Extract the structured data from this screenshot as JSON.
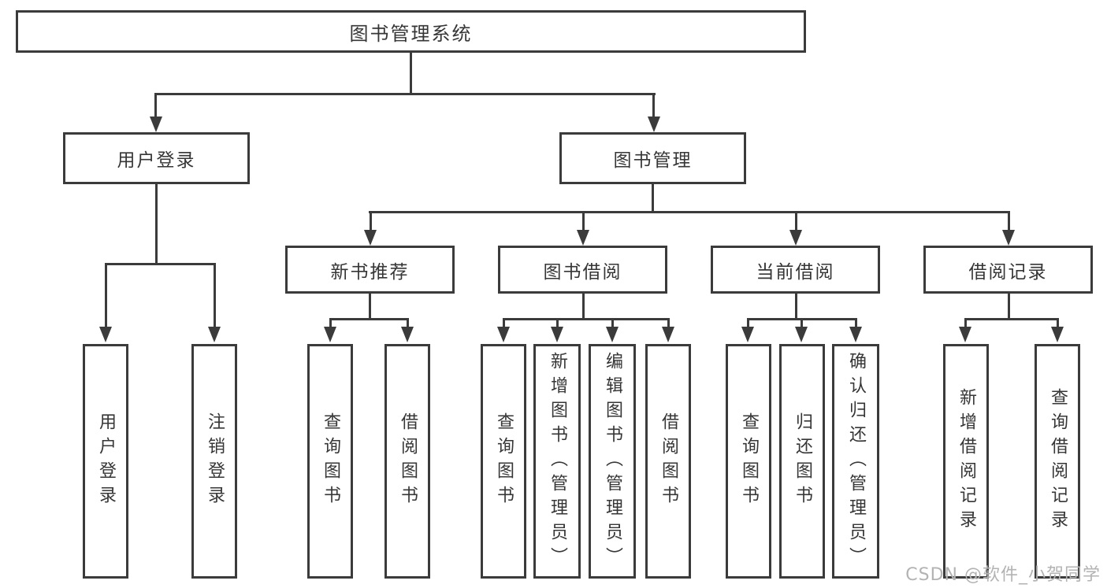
{
  "colors": {
    "line": "#3b3b3b",
    "text": "#363636",
    "background": "#ffffff",
    "watermark": "#b3b3b3"
  },
  "diagram_type": "hierarchy-tree",
  "tree": {
    "label": "图书管理系统",
    "children": [
      {
        "label": "用户登录",
        "children": [
          {
            "label": "用户登录"
          },
          {
            "label": "注销登录"
          }
        ]
      },
      {
        "label": "图书管理",
        "children": [
          {
            "label": "新书推荐",
            "children": [
              {
                "label": "查询图书"
              },
              {
                "label": "借阅图书"
              }
            ]
          },
          {
            "label": "图书借阅",
            "children": [
              {
                "label": "查询图书"
              },
              {
                "label": "新增图书（管理员）"
              },
              {
                "label": "编辑图书（管理员）"
              },
              {
                "label": "借阅图书"
              }
            ]
          },
          {
            "label": "当前借阅",
            "children": [
              {
                "label": "查询图书"
              },
              {
                "label": "归还图书"
              },
              {
                "label": "确认归还（管理员）"
              }
            ]
          },
          {
            "label": "借阅记录",
            "children": [
              {
                "label": "新增借阅记录"
              },
              {
                "label": "查询借阅记录"
              }
            ]
          }
        ]
      }
    ]
  },
  "watermark": "CSDN @软件_小贺同学"
}
